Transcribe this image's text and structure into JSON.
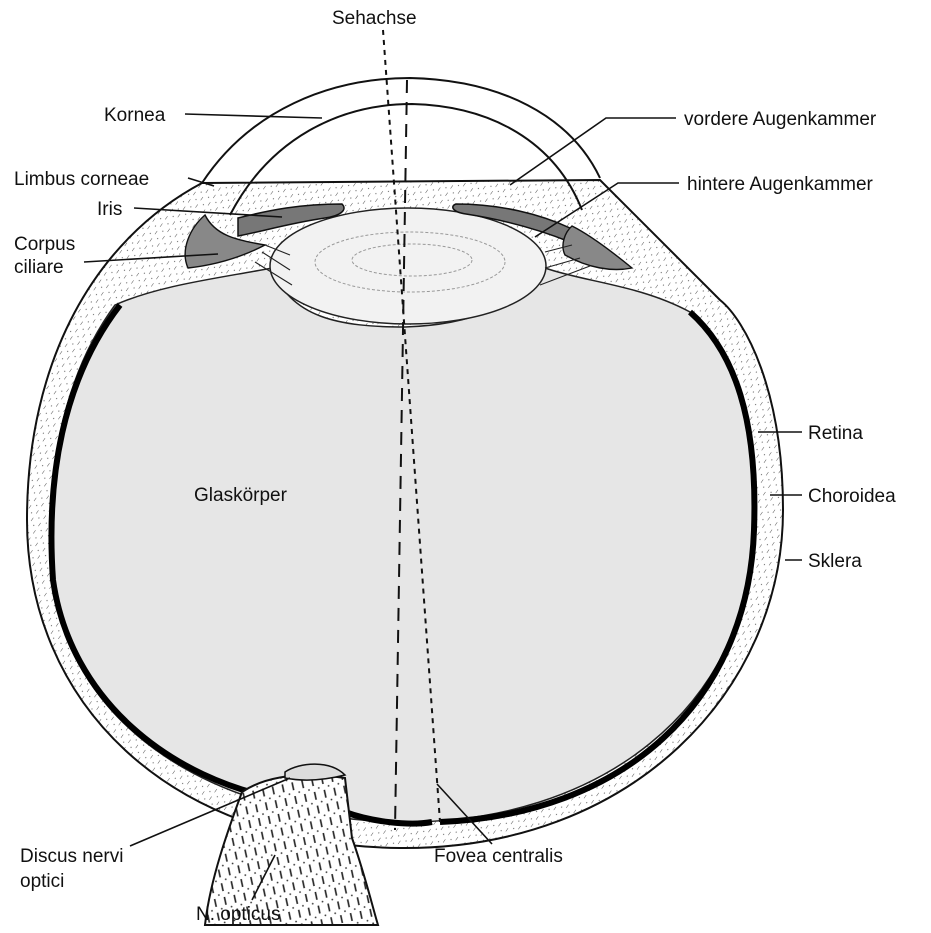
{
  "labels": {
    "sehachse": "Sehachse",
    "kornea": "Kornea",
    "limbus": "Limbus corneae",
    "iris": "Iris",
    "corpus_1": "Corpus",
    "corpus_2": "ciliare",
    "vordere": "vordere Augenkammer",
    "hintere": "hintere Augenkammer",
    "retina": "Retina",
    "choroidea": "Choroidea",
    "sklera": "Sklera",
    "glaskoerper": "Glaskörper",
    "discus_1": "Discus nervi",
    "discus_2": "optici",
    "opticus": "N. opticus",
    "fovea": "Fovea centralis"
  },
  "colors": {
    "vitreous": "#e6e6e6",
    "line": "#111111",
    "background": "#ffffff"
  }
}
